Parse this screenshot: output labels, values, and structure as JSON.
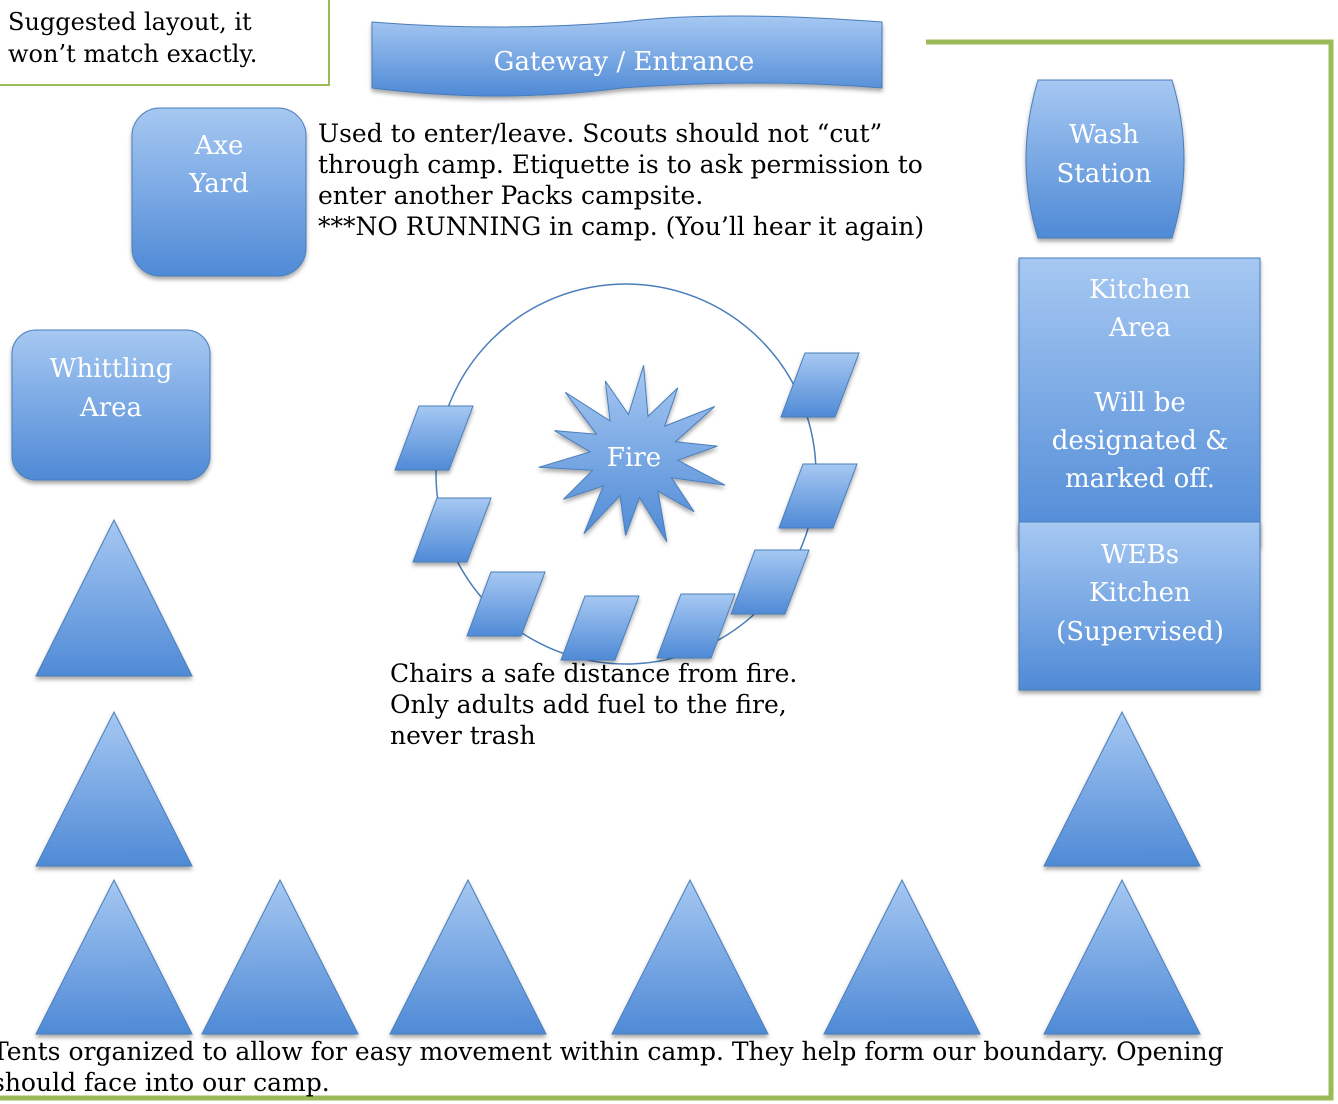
{
  "legend_note": [
    "Suggested layout, it",
    "won’t match exactly."
  ],
  "shapes": {
    "gateway": "Gateway / Entrance",
    "axe_yard": [
      "Axe",
      "Yard"
    ],
    "wash_station": [
      "Wash",
      "Station"
    ],
    "whittling_area": [
      "Whittling",
      "Area"
    ],
    "fire": "Fire",
    "kitchen_area": [
      "Kitchen",
      "Area",
      "",
      "Will be",
      "designated &",
      "marked off."
    ],
    "webs_kitchen": [
      "WEBs",
      "Kitchen",
      "(Supervised)"
    ]
  },
  "notes": {
    "entrance": [
      "Used to enter/leave.  Scouts should not “cut”",
      "through camp. Etiquette is to ask permission to",
      "enter another Packs campsite.",
      "***NO RUNNING in camp. (You’ll hear it again)"
    ],
    "fire": [
      "Chairs a safe distance from fire.",
      "Only adults add fuel to the fire,",
      "never trash"
    ],
    "tents": [
      "Tents organized to allow for easy movement within camp. They help form our boundary. Opening",
      "should face into our camp."
    ]
  },
  "colors": {
    "shape_fill_top": "#a6c8f2",
    "shape_fill_bottom": "#4f8ad6",
    "shape_stroke": "#4a7ebb",
    "boundary": "#9bbb59"
  }
}
